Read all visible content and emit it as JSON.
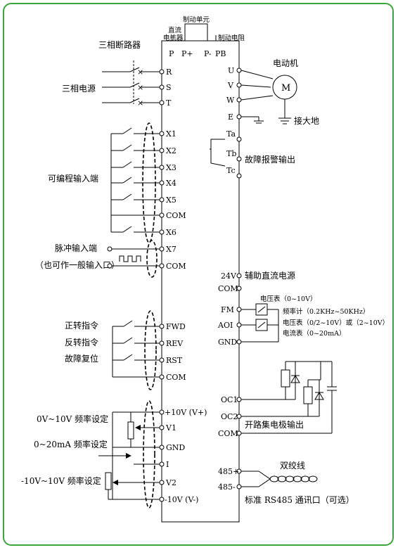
{
  "top": {
    "brake_unit": "制动单元",
    "dc_reactor": [
      "直流",
      "电抗器"
    ],
    "brake_resistor": "制动电阻",
    "terminals": [
      "P",
      "P+",
      "P-",
      "PB"
    ]
  },
  "power": {
    "breaker": "三相断路器",
    "source": "三相电源",
    "inputs": [
      "R",
      "S",
      "T"
    ]
  },
  "motor": {
    "title": "电动机",
    "symbol": "M",
    "outputs": [
      "U",
      "V",
      "W",
      "E"
    ],
    "ground": "接大地"
  },
  "fault": {
    "terminals": [
      "Ta",
      "Tb",
      "Tc"
    ],
    "label": "故障报警输出"
  },
  "digital_inputs": {
    "label": "可编程输入端",
    "terminals": [
      "X1",
      "X2",
      "X3",
      "X4",
      "X5",
      "COM",
      "X6"
    ]
  },
  "pulse": {
    "label": "脉冲输入端",
    "sublabel": "（也可作一般输入口）",
    "terminals": [
      "X7",
      "COM"
    ]
  },
  "run": {
    "labels": [
      "正转指令",
      "反转指令",
      "故障复位"
    ],
    "terminals": [
      "FWD",
      "REV",
      "RST",
      "COM"
    ]
  },
  "analog_in": {
    "terminals": [
      "+10V (V+)",
      "V1",
      "GND",
      "I",
      "V2",
      "-10V (V-)"
    ],
    "labels": [
      "0V~10V 频率设定",
      "0~20mA 频率设定",
      "-10V~10V 频率设定"
    ]
  },
  "aux_power": {
    "terminals": [
      "24V",
      "COM"
    ],
    "label": "辅助直流电源"
  },
  "analog_out": {
    "terminals": [
      "FM",
      "AOI",
      "GND"
    ],
    "voltmeter": "电压表（0~10V）",
    "freqmeter": "频率计（0.2KHz~50KHz）",
    "voltmeter2": "电压表（0/2~10V）或（2~10V）",
    "ammeter": "电流表（0~20mA）"
  },
  "open_collector": {
    "terminals": [
      "OC1",
      "OC2",
      "COM"
    ],
    "label": "开路集电极输出"
  },
  "rs485": {
    "terminals": [
      "485+",
      "485-"
    ],
    "twisted": "双绞线",
    "label": "标准 RS485 通讯口（可选）"
  }
}
